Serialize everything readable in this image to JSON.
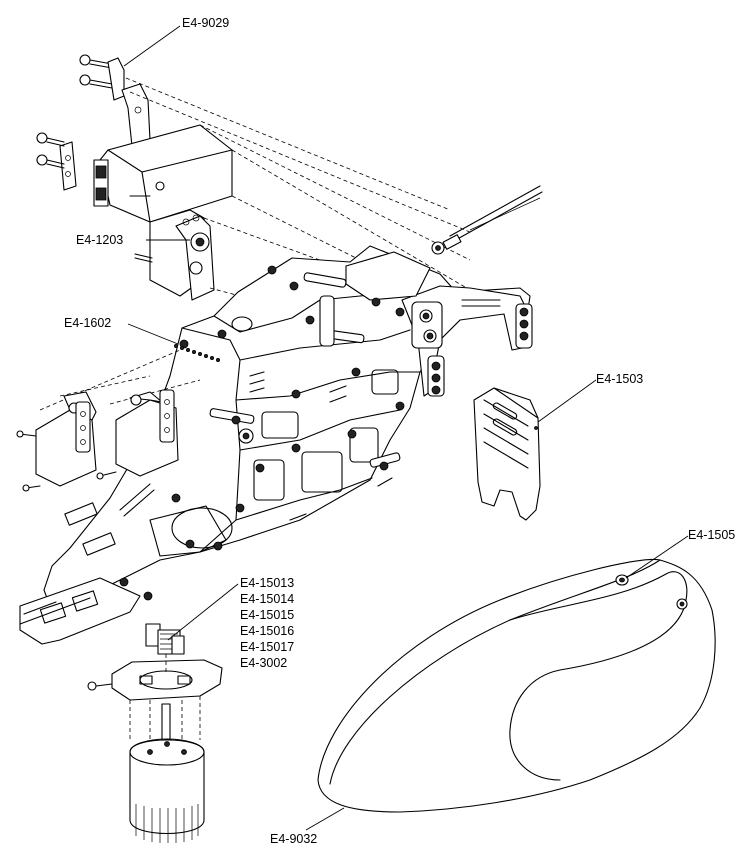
{
  "diagram": {
    "labels": {
      "servo_mount": "E4-9029",
      "tail_servo_mount": "E4-1203",
      "main_frame": "E4-1602",
      "tail_bracket": "E4-1503",
      "canopy_grommet": "E4-1505",
      "motor_mount_parts": [
        "E4-15013",
        "E4-15014",
        "E4-15015",
        "E4-15016",
        "E4-15017",
        "E4-3002"
      ],
      "canopy": "E4-9032"
    }
  }
}
